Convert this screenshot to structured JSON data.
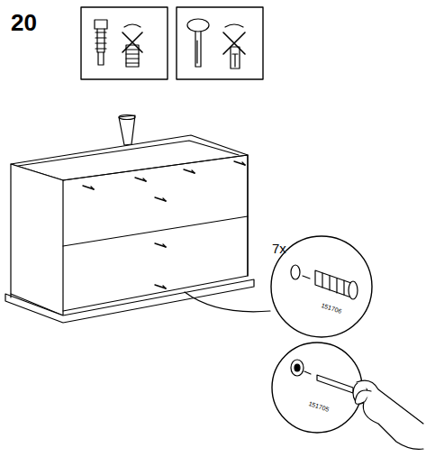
{
  "diagram": {
    "labels": [
      "20",
      "7x",
      "151706",
      "151705"
    ]
  }
}
